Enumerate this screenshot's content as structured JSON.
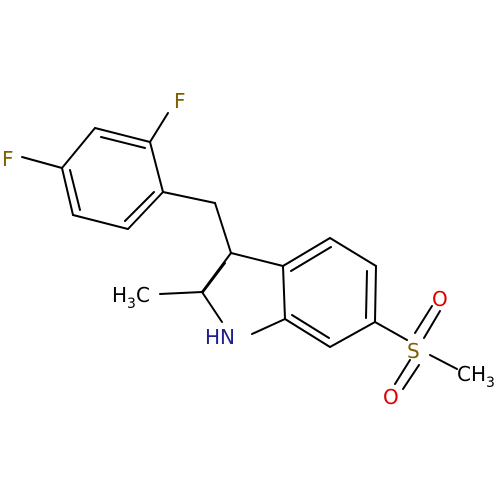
{
  "molecule": {
    "atoms": {
      "f_top": {
        "text": "F",
        "color": "#7f6000"
      },
      "f_left": {
        "text": "F",
        "color": "#7f6000"
      },
      "methyl_left": {
        "main": "H",
        "sub": "3",
        "tail": "C",
        "color": "#000000"
      },
      "nh": {
        "text": "HN",
        "color": "#1f1f8f"
      },
      "sulfur": {
        "text": "S",
        "color": "#7f6000"
      },
      "oxygen_top": {
        "text": "O",
        "color": "#e00000"
      },
      "oxygen_bottom": {
        "text": "O",
        "color": "#e00000"
      },
      "methyl_right": {
        "main": "CH",
        "sub": "3",
        "color": "#000000"
      }
    },
    "colors": {
      "bond": "#000000",
      "fluorine": "#7f6000",
      "nitrogen": "#1f1f8f",
      "sulfur": "#7f6000",
      "oxygen": "#e00000"
    }
  }
}
